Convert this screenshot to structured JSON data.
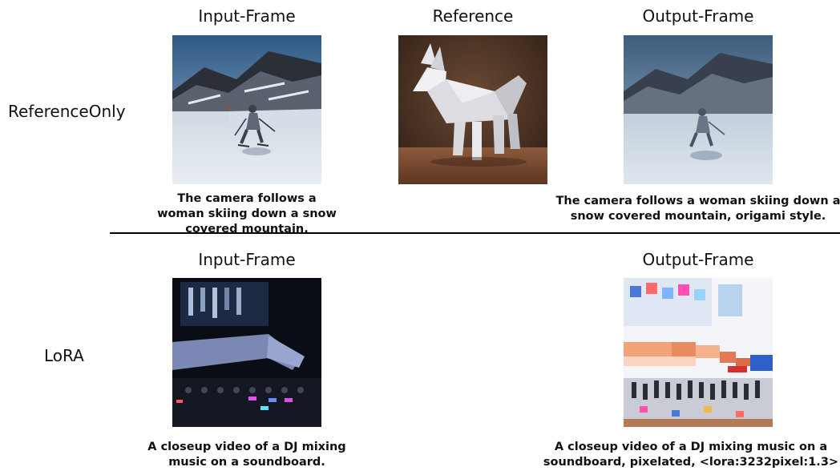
{
  "rows": [
    {
      "label": "ReferenceOnly",
      "columns": {
        "input": {
          "title": "Input-Frame",
          "caption": "The camera follows a woman skiing down a snow covered mountain."
        },
        "reference": {
          "title": "Reference"
        },
        "output": {
          "title": "Output-Frame",
          "caption": "The camera follows a woman skiing down a snow covered mountain, origami style."
        }
      }
    },
    {
      "label": "LoRA",
      "columns": {
        "input": {
          "title": "Input-Frame",
          "caption": "A closeup video of a DJ mixing music on a soundboard."
        },
        "output": {
          "title": "Output-Frame",
          "caption": "A closeup video of a DJ mixing music on a soundboard, pixelated, <lora:3232pixel:1.3>"
        }
      }
    }
  ]
}
